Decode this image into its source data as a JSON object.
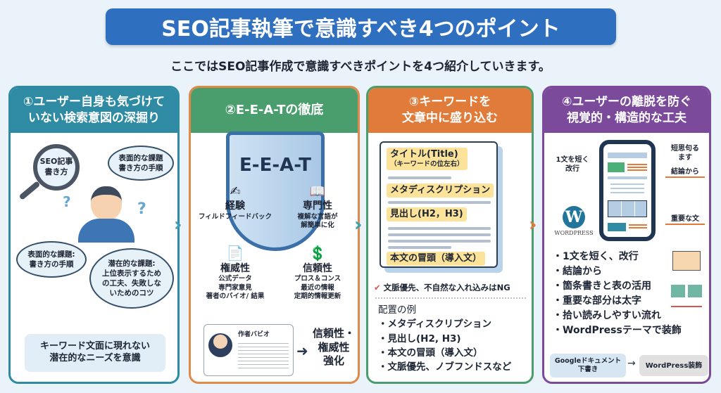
{
  "header": {
    "title": "SEO記事執筆で意識すべき4つのポイント",
    "subtitle": "ここではSEO記事作成で意識すべきポイントを4つ紹介していきます。"
  },
  "colors": {
    "banner": "#2f6fc0",
    "card1": "#2e8ba3",
    "card2": "#4a9e6e",
    "card3": "#e07b39",
    "card4": "#7b4a9b"
  },
  "cards": [
    {
      "title1": "①ユーザー自身も気づけて",
      "title2": "いない検索意図の深掘り",
      "search": [
        "SEO記事",
        "書き方"
      ],
      "bubble_top": [
        "表面的な課題",
        "書き方の手順"
      ],
      "bubble_left": [
        "表面的な課題:",
        "書き方の手順"
      ],
      "bubble_right": [
        "潜在的な課題:",
        "上位表示するため",
        "の工夫、失敗しな",
        "いためのコツ"
      ],
      "footer": [
        "キーワード文面に現れない",
        "潜在的なニーズを意識"
      ]
    },
    {
      "title1": "②E-E-A-Tの徹底",
      "shield": "E-E-A-T",
      "items": [
        {
          "head": "経験",
          "lines": [
            "フィルドフィードバック"
          ]
        },
        {
          "head": "専門性",
          "lines": [
            "複解な言語が",
            "解簡単に化"
          ]
        },
        {
          "head": "権威性",
          "lines": [
            "公式データ",
            "専門家意見",
            "著者のバイオ/ 結果"
          ]
        },
        {
          "head": "信頼性",
          "lines": [
            "プロス＆コンス",
            "最近の情報",
            "定期的情報更新"
          ]
        }
      ],
      "bio_title": "作者バビオ",
      "result": [
        "信頼性・",
        "権威性",
        "強化"
      ]
    },
    {
      "title1": "③キーワードを",
      "title2": "文章中に盛り込む",
      "doc": [
        "タイトル(Title)",
        "（キーワードの位左右）",
        "メタディスクリプション",
        "見出し(H2，H3)",
        "本文の冒頭（導入文）"
      ],
      "check": "文脈優先、不自然な入れ込みはNG",
      "examples_title": "配置の例",
      "examples": [
        "・メタディスクリプション",
        "・見出し(H2, H3)",
        "・本文の冒頭（導入文）",
        "・文脈優先、ノブフンドスなど"
      ]
    },
    {
      "title1": "④ユーザーの離脱を防ぐ",
      "title2": "視覚的・構造的な工夫",
      "callouts": {
        "left": [
          "1文を短く",
          "改行"
        ],
        "top": [
          "短思句る",
          "ます"
        ],
        "mid": "結論から",
        "low": "重要な文"
      },
      "wp_logo": "WordPress",
      "bullets": [
        "・1文を短く、改行",
        "・結論から",
        "・箇条書きと表の活用",
        "・重要な部分は太字",
        "・拾い読みしやすい流れ",
        "・WordPressテーマで装飾"
      ],
      "flow_from": [
        "Googleドキュメント",
        "下書き"
      ],
      "flow_to": "WordPress装飾"
    }
  ]
}
